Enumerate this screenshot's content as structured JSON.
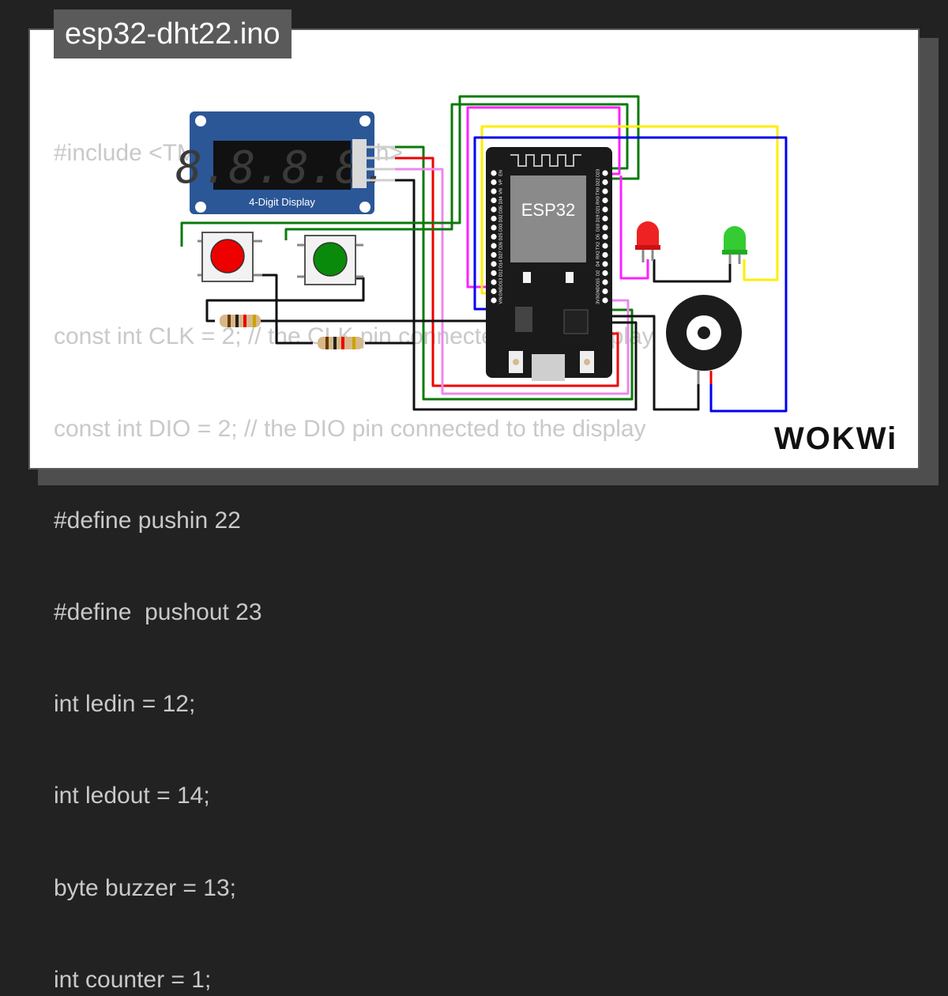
{
  "title": "esp32-dht22.ino",
  "code_lines": [
    "#include <TM1637TinyDisplay.h>",
    "",
    "const int CLK = 2; // the CLK pin connected to the display",
    "const int DIO = 2; // the DIO pin connected to the display",
    "#define pushin 22",
    "#define  pushout 23",
    "int ledin = 12;",
    "int ledout = 14;",
    "byte buzzer = 13;",
    "int counter = 1;"
  ],
  "display": {
    "digits": "8.8.8.8.",
    "label": "4-Digit Display"
  },
  "esp32": {
    "label": "ESP32",
    "left_pins": [
      "EN",
      "VP",
      "VN",
      "D34",
      "D35",
      "D32",
      "D33",
      "D25",
      "D26",
      "D27",
      "D14",
      "D12",
      "D13",
      "GND",
      "VIN"
    ],
    "right_pins": [
      "D23",
      "D22",
      "TX0",
      "RX0",
      "D21",
      "D19",
      "D18",
      "D5",
      "TX2",
      "RX2",
      "D4",
      "D2",
      "D15",
      "GND",
      "3V3"
    ]
  },
  "logo": "WOKWi",
  "colors": {
    "background": "#222222",
    "card": "#ffffff",
    "title_tab": "#5a5a5a",
    "code_text": "#c9c9c9",
    "display_board": "#2b5797",
    "esp32_board": "#1a1a1a",
    "wire_green": "#0a7a0a",
    "wire_magenta": "#ff20ff",
    "wire_yellow": "#ffee00",
    "wire_blue": "#0000ee",
    "wire_red": "#ee0000",
    "wire_pink": "#ee88ee",
    "wire_black": "#111111",
    "led_red": "#ee2222",
    "led_green": "#33cc33"
  },
  "icons": [
    "pushbutton-red",
    "pushbutton-green",
    "resistor",
    "buzzer",
    "led-red",
    "led-green",
    "usb-port"
  ]
}
